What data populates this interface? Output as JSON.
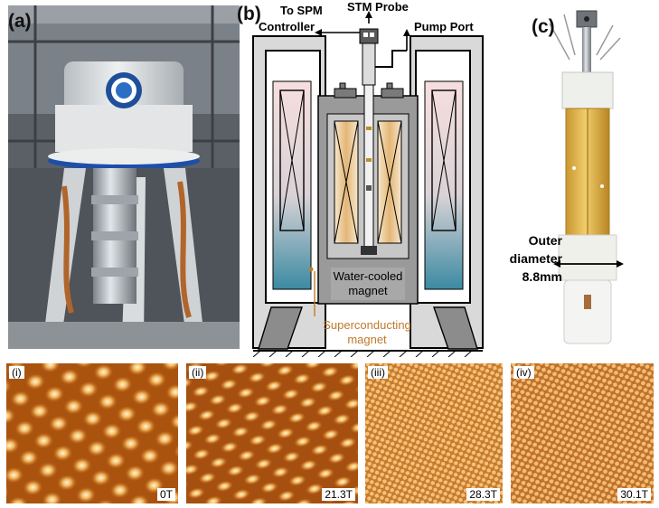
{
  "panels": {
    "a": {
      "label": "(a)"
    },
    "b": {
      "label": "(b)",
      "to_spm": "To SPM",
      "controller": "Controller",
      "stm_probe": "STM Probe",
      "pump_port": "Pump Port",
      "water_cooled_1": "Water-cooled",
      "water_cooled_2": "magnet",
      "superconducting_1": "Superconducting",
      "superconducting_2": "magnet"
    },
    "c": {
      "label": "(c)",
      "outer": "Outer",
      "diameter": "diameter",
      "size": "8.8mm"
    }
  },
  "stm_images": [
    {
      "roman": "(i)",
      "field": "0T"
    },
    {
      "roman": "(ii)",
      "field": "21.3T"
    },
    {
      "roman": "(iii)",
      "field": "28.3T"
    },
    {
      "roman": "(iv)",
      "field": "30.1T"
    }
  ],
  "colors": {
    "superconducting_label": "#c07a2a",
    "stm_bright": "#fff3cc",
    "stm_mid": "#d88f3a",
    "stm_dark": "#7a3a08"
  }
}
